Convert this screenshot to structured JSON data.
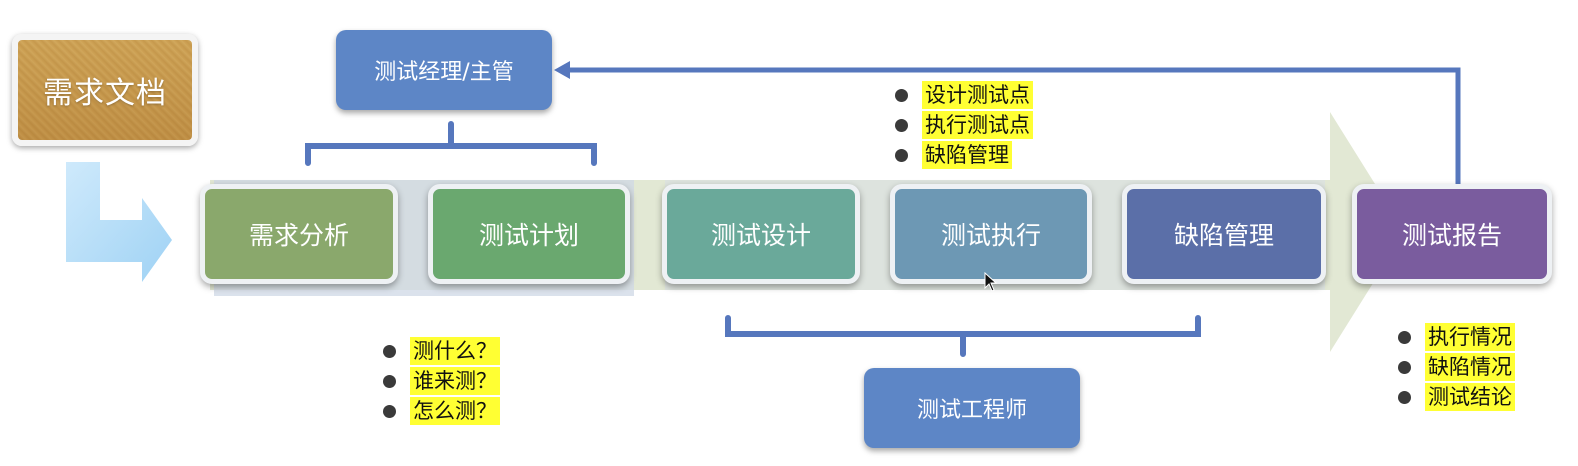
{
  "document_box": {
    "label": "需求文档"
  },
  "manager_box": {
    "label": "测试经理/主管"
  },
  "engineer_box": {
    "label": "测试工程师"
  },
  "stages": [
    {
      "label": "需求分析",
      "color": "#8aa86c"
    },
    {
      "label": "测试计划",
      "color": "#6aa86f"
    },
    {
      "label": "测试设计",
      "color": "#6aa99a"
    },
    {
      "label": "测试执行",
      "color": "#6d98b4"
    },
    {
      "label": "缺陷管理",
      "color": "#5b6fa8"
    },
    {
      "label": "测试报告",
      "color": "#7a5c9e"
    }
  ],
  "notes": {
    "planning": [
      "测什么？",
      "谁来测？",
      "怎么测？"
    ],
    "execution": [
      "设计测试点",
      "执行测试点",
      "缺陷管理"
    ],
    "report": [
      "执行情况",
      "缺陷情况",
      "测试结论"
    ]
  },
  "colors": {
    "bracket_blue": "#5677bd",
    "role_blue": "#5d86c6",
    "highlight": "#ffff33",
    "main_arrow": "#dfe5cf",
    "entry_arrow": "#a8d6f5"
  }
}
